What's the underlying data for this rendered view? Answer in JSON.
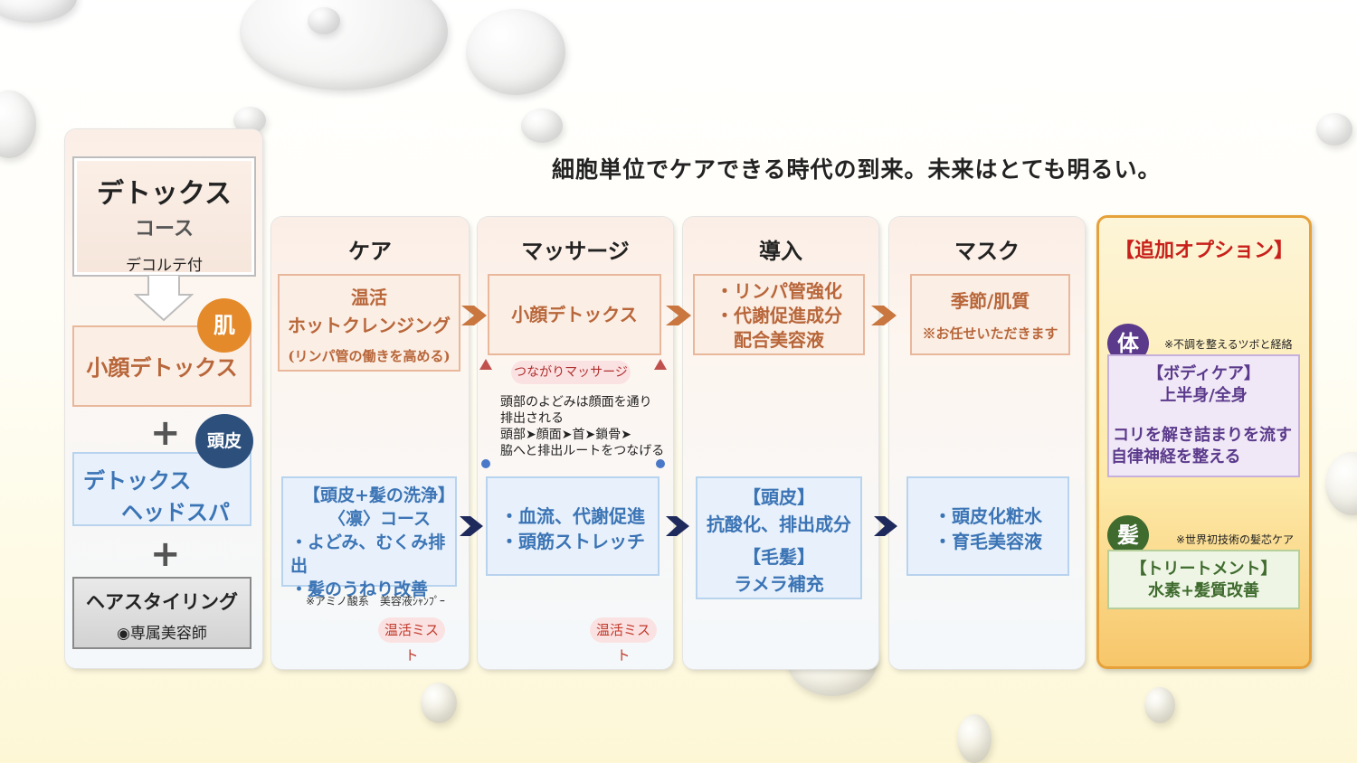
{
  "headline": "細胞単位でケアできる時代の到来。未来はとても明るい。",
  "left": {
    "title": "デトックス",
    "subtitle": "コース",
    "note": "デコルテ付",
    "skin_badge": "肌",
    "skin_label": "小顔デトックス",
    "plus": "+",
    "scalp_badge": "頭皮",
    "headspa_line1": "デトックス",
    "headspa_line2": "ヘッドスパ",
    "plus2": "+",
    "styling_title": "ヘアスタイリング",
    "styling_sub": "◉専属美容師"
  },
  "columns": [
    {
      "title": "ケア",
      "top_lines": [
        "温活",
        "ホットクレンジング"
      ],
      "top_note": "(リンパ管の働きを高める)",
      "bottom_lines": [
        "【頭皮+髪の洗浄】",
        "〈凛〉コース",
        "・よどみ、むくみ排出",
        "・髪のうねり改善"
      ],
      "bottom_note": "※アミノ酸系　美容液ｼｬﾝﾌﾟｰ",
      "mist": "温活ミスト"
    },
    {
      "title": "マッサージ",
      "top_lines": [
        "小顔デトックス"
      ],
      "pill": "つながりマッサージ",
      "desc_lines": [
        "頭部のよどみは顔面を通り",
        "排出される",
        "頭部➤顔面➤首➤鎖骨➤",
        "脇へと排出ルートをつなげる"
      ],
      "bottom_lines": [
        "・血流、代謝促進",
        "・頭筋ストレッチ"
      ],
      "mist": "温活ミスト"
    },
    {
      "title": "導入",
      "top_lines": [
        "・リンパ管強化",
        "・代謝促進成分",
        "配合美容液"
      ],
      "bottom_lines": [
        "【頭皮】",
        "抗酸化、排出成分",
        "【毛髪】",
        "ラメラ補充"
      ]
    },
    {
      "title": "マスク",
      "top_lines": [
        "季節/肌質"
      ],
      "top_note": "※お任せいただきます",
      "bottom_lines": [
        "・頭皮化粧水",
        "・育毛美容液"
      ]
    }
  ],
  "option": {
    "title": "【追加オプション】",
    "body_badge": "体",
    "body_note": "※不調を整えるツボと経絡",
    "body_lines": [
      "【ボディケア】",
      "上半身/全身",
      "",
      "コリを解き詰まりを流す",
      "自律神経を整える"
    ],
    "hair_badge": "髪",
    "hair_note": "※世界初技術の髪芯ケア",
    "hair_lines": [
      "【トリートメント】",
      "水素+髪質改善"
    ]
  },
  "colors": {
    "orange_accent": "#e48a2a",
    "blue_text": "#3b74b5",
    "brown_text": "#b8663a",
    "navy_arrow": "#1f2a5c",
    "option_border": "#e6a13a",
    "purple_badge": "#5b3a8c",
    "green_badge": "#3f6b2e",
    "scalp_badge": "#2c4f7c"
  }
}
